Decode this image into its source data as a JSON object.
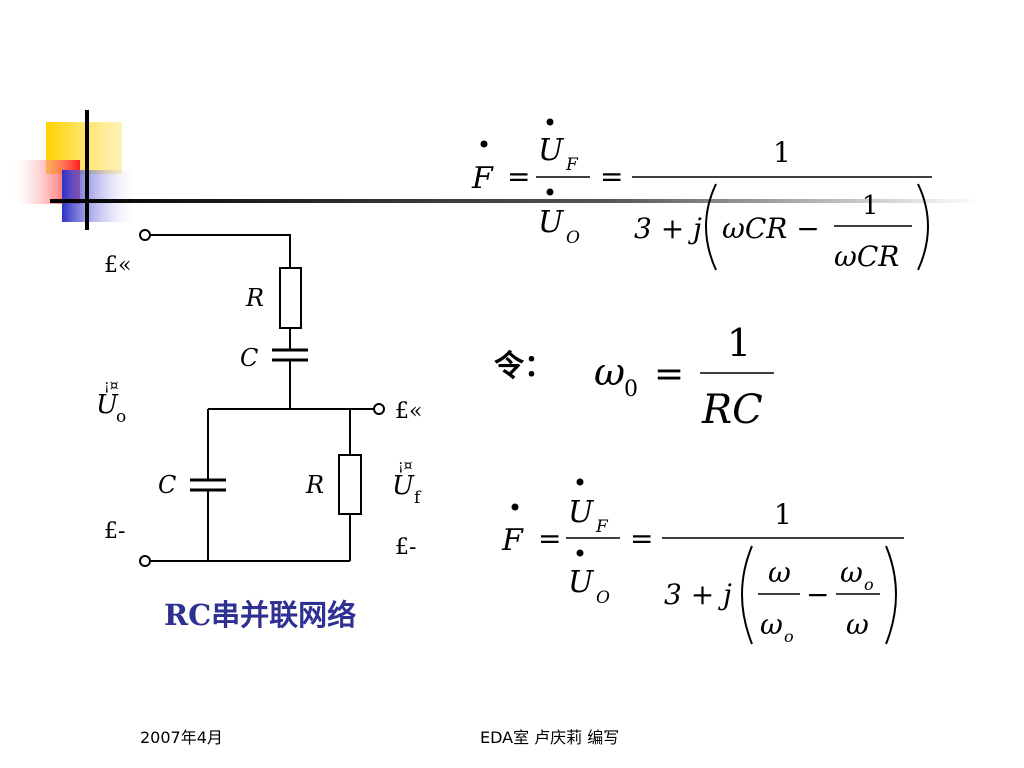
{
  "diagram": {
    "circuit": {
      "labels": {
        "top_left_terminal": "£«",
        "top_right_terminal": "£«",
        "bottom_left_terminal": "£-",
        "bottom_right_terminal": "£-",
        "resistor_series": "R",
        "capacitor_series": "C",
        "capacitor_parallel": "C",
        "resistor_parallel": "R",
        "input_voltage_symbol": "U",
        "input_voltage_subscript": "o",
        "output_voltage_symbol": "U",
        "output_voltage_subscript": "f",
        "garbled_mark": "¡¤"
      },
      "caption": "RC串并联网络"
    },
    "equations": {
      "eq1": {
        "lhs": "F",
        "num_symbol": "U",
        "num_subscript": "F",
        "den_symbol": "U",
        "den_subscript": "O",
        "rhs_numerator": "1",
        "rhs_den_prefix": "3 + j",
        "inner_term": "ωCR −",
        "inner_frac_num": "1",
        "inner_frac_den": "ωCR",
        "equals": "="
      },
      "eq2": {
        "prefix": "令：",
        "omega": "ω",
        "omega_subscript": "0",
        "equals": "=",
        "numerator": "1",
        "denominator": "RC"
      },
      "eq3": {
        "lhs": "F",
        "num_symbol": "U",
        "num_subscript": "F",
        "den_symbol": "U",
        "den_subscript": "O",
        "rhs_numerator": "1",
        "rhs_den_prefix": "3 + j",
        "frac1_num": "ω",
        "frac1_den": "ω",
        "frac1_den_sub": "o",
        "minus": "−",
        "frac2_num": "ω",
        "frac2_num_sub": "o",
        "frac2_den": "ω",
        "equals": "="
      }
    }
  },
  "footer": {
    "date": "2007年4月",
    "author": "EDA室   卢庆莉   编写"
  },
  "colors": {
    "caption": "#2e3192",
    "deco_yellow": "#ffd200",
    "deco_red": "#ff2a2a",
    "deco_blue": "#3333cc",
    "line": "#000000"
  }
}
